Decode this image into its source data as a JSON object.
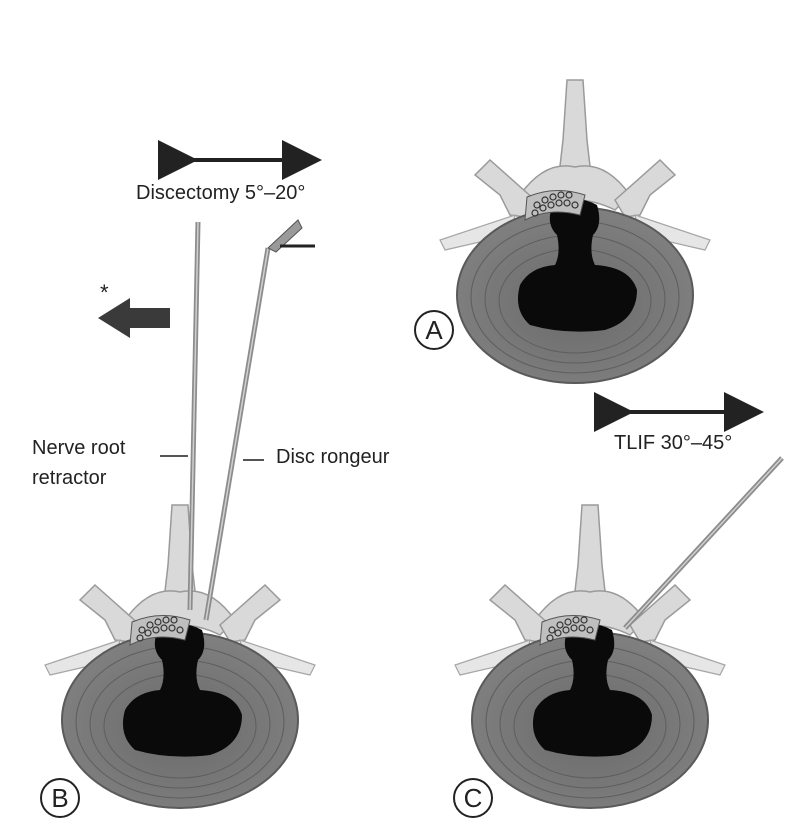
{
  "panels": {
    "a": {
      "letter": "A"
    },
    "b": {
      "letter": "B",
      "angle_label": "Discectomy 5°–20°",
      "retractor_label_line1": "Nerve root",
      "retractor_label_line2": "retractor",
      "rongeur_label": "Disc rongeur",
      "asterisk": "*"
    },
    "c": {
      "letter": "C",
      "angle_label": "TLIF 30°–45°"
    }
  },
  "colors": {
    "disc_outer": "#7a7a7a",
    "disc_rings": "#5e5e5e",
    "nucleus": "#0a0a0a",
    "bone": "#d9d9d9",
    "bone_edge": "#9a9a9a",
    "instrument": "#8c8c8c",
    "arrow": "#222222"
  }
}
